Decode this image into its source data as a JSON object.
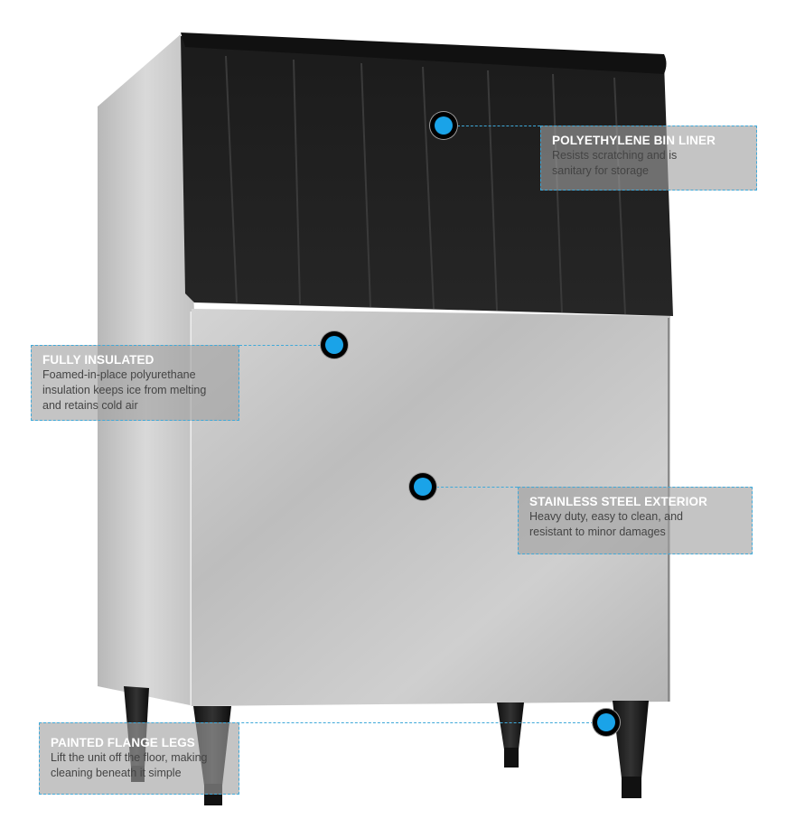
{
  "features": [
    {
      "id": "bin-liner",
      "title": "POLYETHYLENE BIN LINER",
      "description": "Resists scratching and is sanitary for storage"
    },
    {
      "id": "insulated",
      "title": "FULLY INSULATED",
      "description": "Foamed-in-place polyurethane insulation keeps ice from melting and retains cold air"
    },
    {
      "id": "stainless",
      "title": "STAINLESS STEEL EXTERIOR",
      "description": "Heavy duty, easy to clean, and resistant to minor damages"
    },
    {
      "id": "legs",
      "title": "PAINTED FLANGE LEGS",
      "description": "Lift the unit off the floor, making cleaning beneath it simple"
    }
  ],
  "colors": {
    "hotspot": "#1aa3e8",
    "leader": "#3fa9d9",
    "callout_bg": "#a0a0a0",
    "liner": "#1e1e1e",
    "steel": "#c8c8c8"
  }
}
